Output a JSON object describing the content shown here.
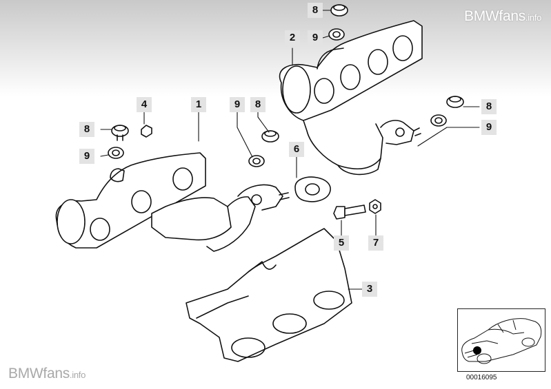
{
  "watermark": {
    "top_main": "BMWfans",
    "top_suffix": ".info",
    "bottom_main": "BMWfans",
    "bottom_suffix": ".info"
  },
  "callouts": [
    {
      "key": "8a",
      "label": "8"
    },
    {
      "key": "9a",
      "label": "9"
    },
    {
      "key": "2",
      "label": "2"
    },
    {
      "key": "4",
      "label": "4"
    },
    {
      "key": "1",
      "label": "1"
    },
    {
      "key": "9b",
      "label": "9"
    },
    {
      "key": "8b",
      "label": "8"
    },
    {
      "key": "8c",
      "label": "8"
    },
    {
      "key": "9c",
      "label": "9"
    },
    {
      "key": "8d",
      "label": "8"
    },
    {
      "key": "9d",
      "label": "9"
    },
    {
      "key": "6",
      "label": "6"
    },
    {
      "key": "5",
      "label": "5"
    },
    {
      "key": "7",
      "label": "7"
    },
    {
      "key": "3",
      "label": "3"
    }
  ],
  "thumbnail": {
    "code": "00016095",
    "marker_color": "#000000"
  }
}
